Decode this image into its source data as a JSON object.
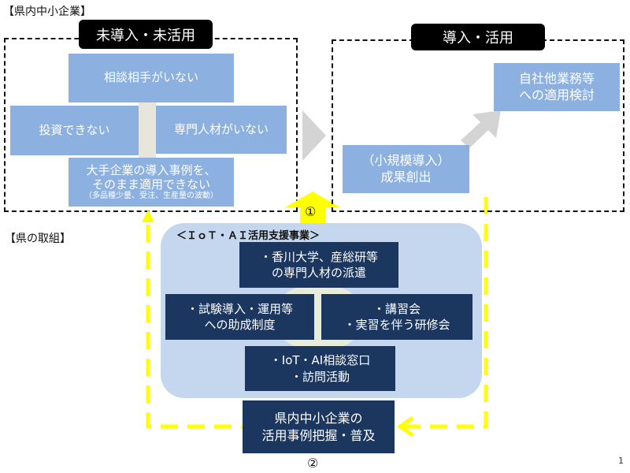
{
  "header": {
    "title": "【県内中小企業】"
  },
  "left_panel": {
    "label": "未導入・未活用",
    "items": [
      {
        "lines": [
          "相談相手がいない"
        ]
      },
      {
        "lines": [
          "投資できない"
        ]
      },
      {
        "lines": [
          "専門人材がいない"
        ]
      },
      {
        "lines": [
          "大手企業の導入事例を、",
          "そのまま適用できない"
        ],
        "note": "（多品種少量、受注、生産量の波動）"
      }
    ]
  },
  "right_panel": {
    "label": "導入・活用",
    "items": [
      {
        "lines": [
          "自社他業務等",
          "への適用検討"
        ]
      },
      {
        "lines": [
          "（小規模導入）",
          "成果創出"
        ]
      }
    ]
  },
  "prefecture": {
    "title": "【県の取組】",
    "program_title": "＜ＩｏＴ・ＡＩ活用支援事業＞",
    "items": [
      {
        "lines": [
          "・香川大学、産総研等",
          "の専門人材の派遣"
        ]
      },
      {
        "lines": [
          "・試験導入・運用等",
          "への助成制度"
        ]
      },
      {
        "lines": [
          "・講習会",
          "・実習を伴う研修会"
        ]
      },
      {
        "lines": [
          "・IoT・AI相談窓口",
          "・訪問活動"
        ]
      }
    ],
    "feedback": {
      "lines": [
        "県内中小企業の",
        "活用事例把握・普及"
      ]
    }
  },
  "markers": {
    "one": "①",
    "two": "②"
  },
  "page_number": "1",
  "colors": {
    "light_box": "#8cb0df",
    "dark_box": "#1b365f",
    "panel": "#c5d7ef",
    "yellow": "#ffff00",
    "arrow_gray": "#d4d4d4"
  }
}
